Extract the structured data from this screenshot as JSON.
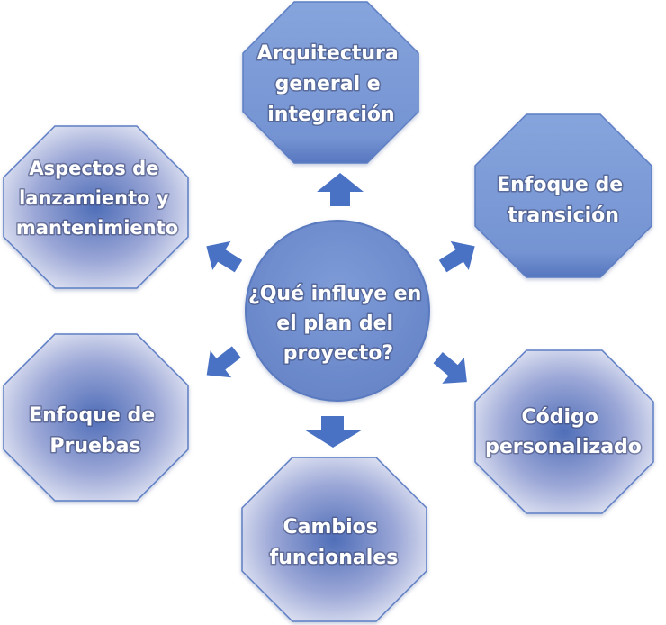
{
  "diagram": {
    "center": {
      "lines": [
        "¿Qué influye en",
        "el plan del",
        "proyecto?"
      ]
    },
    "nodes": [
      {
        "id": "arquitectura",
        "lines": [
          "Arquitectura",
          "general e",
          "integración"
        ],
        "style": "solid"
      },
      {
        "id": "transicion",
        "lines": [
          "Enfoque de",
          "transición"
        ],
        "style": "solid"
      },
      {
        "id": "codigo",
        "lines": [
          "Código",
          "personalizado"
        ],
        "style": "radial"
      },
      {
        "id": "cambios",
        "lines": [
          "Cambios",
          "funcionales"
        ],
        "style": "radial"
      },
      {
        "id": "pruebas",
        "lines": [
          "Enfoque de",
          "Pruebas"
        ],
        "style": "radial"
      },
      {
        "id": "lanzamiento",
        "lines": [
          "Aspectos de",
          "lanzamiento y",
          "mantenimiento"
        ],
        "style": "radial"
      }
    ],
    "colors": {
      "solid_fill": "#7a9bd6",
      "radial_inner": "#4f6eb8",
      "radial_outer": "#e9ebf6",
      "center_fill": "#7291d0",
      "arrow": "#4a72c4",
      "outline": "#5d7ec4",
      "text": "#ffffff"
    }
  }
}
